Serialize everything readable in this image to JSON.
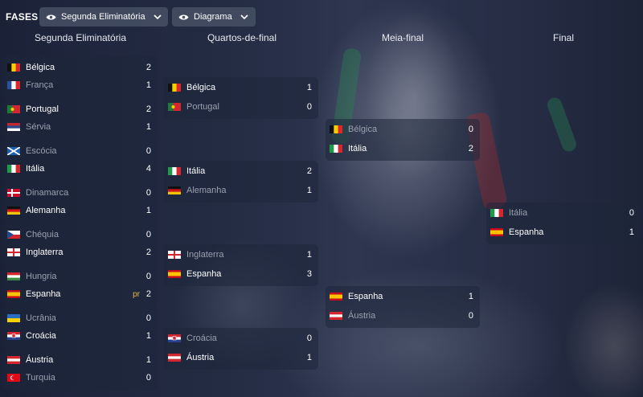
{
  "header": {
    "title": "FASES",
    "stage_dropdown": "Segunda Eliminatória",
    "view_dropdown": "Diagrama"
  },
  "rounds": [
    "Segunda Eliminatória",
    "Quartos-de-final",
    "Meia-final",
    "Final"
  ],
  "r16": [
    {
      "t1": "Bélgica",
      "f1": "bel",
      "s1": "2",
      "t2": "França",
      "f2": "fra",
      "s2": "1",
      "win": 1,
      "note": ""
    },
    {
      "t1": "Portugal",
      "f1": "por",
      "s1": "2",
      "t2": "Sérvia",
      "f2": "srb",
      "s2": "1",
      "win": 1,
      "note": ""
    },
    {
      "t1": "Escócia",
      "f1": "sco",
      "s1": "0",
      "t2": "Itália",
      "f2": "ita",
      "s2": "4",
      "win": 2,
      "note": ""
    },
    {
      "t1": "Dinamarca",
      "f1": "den",
      "s1": "0",
      "t2": "Alemanha",
      "f2": "ger",
      "s2": "1",
      "win": 2,
      "note": ""
    },
    {
      "t1": "Chéquia",
      "f1": "cze",
      "s1": "0",
      "t2": "Inglaterra",
      "f2": "eng",
      "s2": "2",
      "win": 2,
      "note": ""
    },
    {
      "t1": "Hungria",
      "f1": "hun",
      "s1": "0",
      "t2": "Espanha",
      "f2": "esp",
      "s2": "2",
      "win": 2,
      "note": "pr"
    },
    {
      "t1": "Ucrânia",
      "f1": "ukr",
      "s1": "0",
      "t2": "Croácia",
      "f2": "cro",
      "s2": "1",
      "win": 2,
      "note": ""
    },
    {
      "t1": "Áustria",
      "f1": "aut",
      "s1": "1",
      "t2": "Turquia",
      "f2": "tur",
      "s2": "0",
      "win": 1,
      "note": ""
    }
  ],
  "qf": [
    {
      "t1": "Bélgica",
      "f1": "bel",
      "s1": "1",
      "t2": "Portugal",
      "f2": "por",
      "s2": "0",
      "win": 1,
      "note": ""
    },
    {
      "t1": "Itália",
      "f1": "ita",
      "s1": "2",
      "t2": "Alemanha",
      "f2": "ger",
      "s2": "1",
      "win": 1,
      "note": ""
    },
    {
      "t1": "Inglaterra",
      "f1": "eng",
      "s1": "1",
      "t2": "Espanha",
      "f2": "esp",
      "s2": "3",
      "win": 2,
      "note": ""
    },
    {
      "t1": "Croácia",
      "f1": "cro",
      "s1": "0",
      "t2": "Áustria",
      "f2": "aut",
      "s2": "1",
      "win": 2,
      "note": ""
    }
  ],
  "sf": [
    {
      "t1": "Bélgica",
      "f1": "bel",
      "s1": "0",
      "t2": "Itália",
      "f2": "ita",
      "s2": "2",
      "win": 2,
      "note": ""
    },
    {
      "t1": "Espanha",
      "f1": "esp",
      "s1": "1",
      "t2": "Áustria",
      "f2": "aut",
      "s2": "0",
      "win": 1,
      "note": ""
    }
  ],
  "final": [
    {
      "t1": "Itália",
      "f1": "ita",
      "s1": "0",
      "t2": "Espanha",
      "f2": "esp",
      "s2": "1",
      "win": 2,
      "note": ""
    }
  ]
}
